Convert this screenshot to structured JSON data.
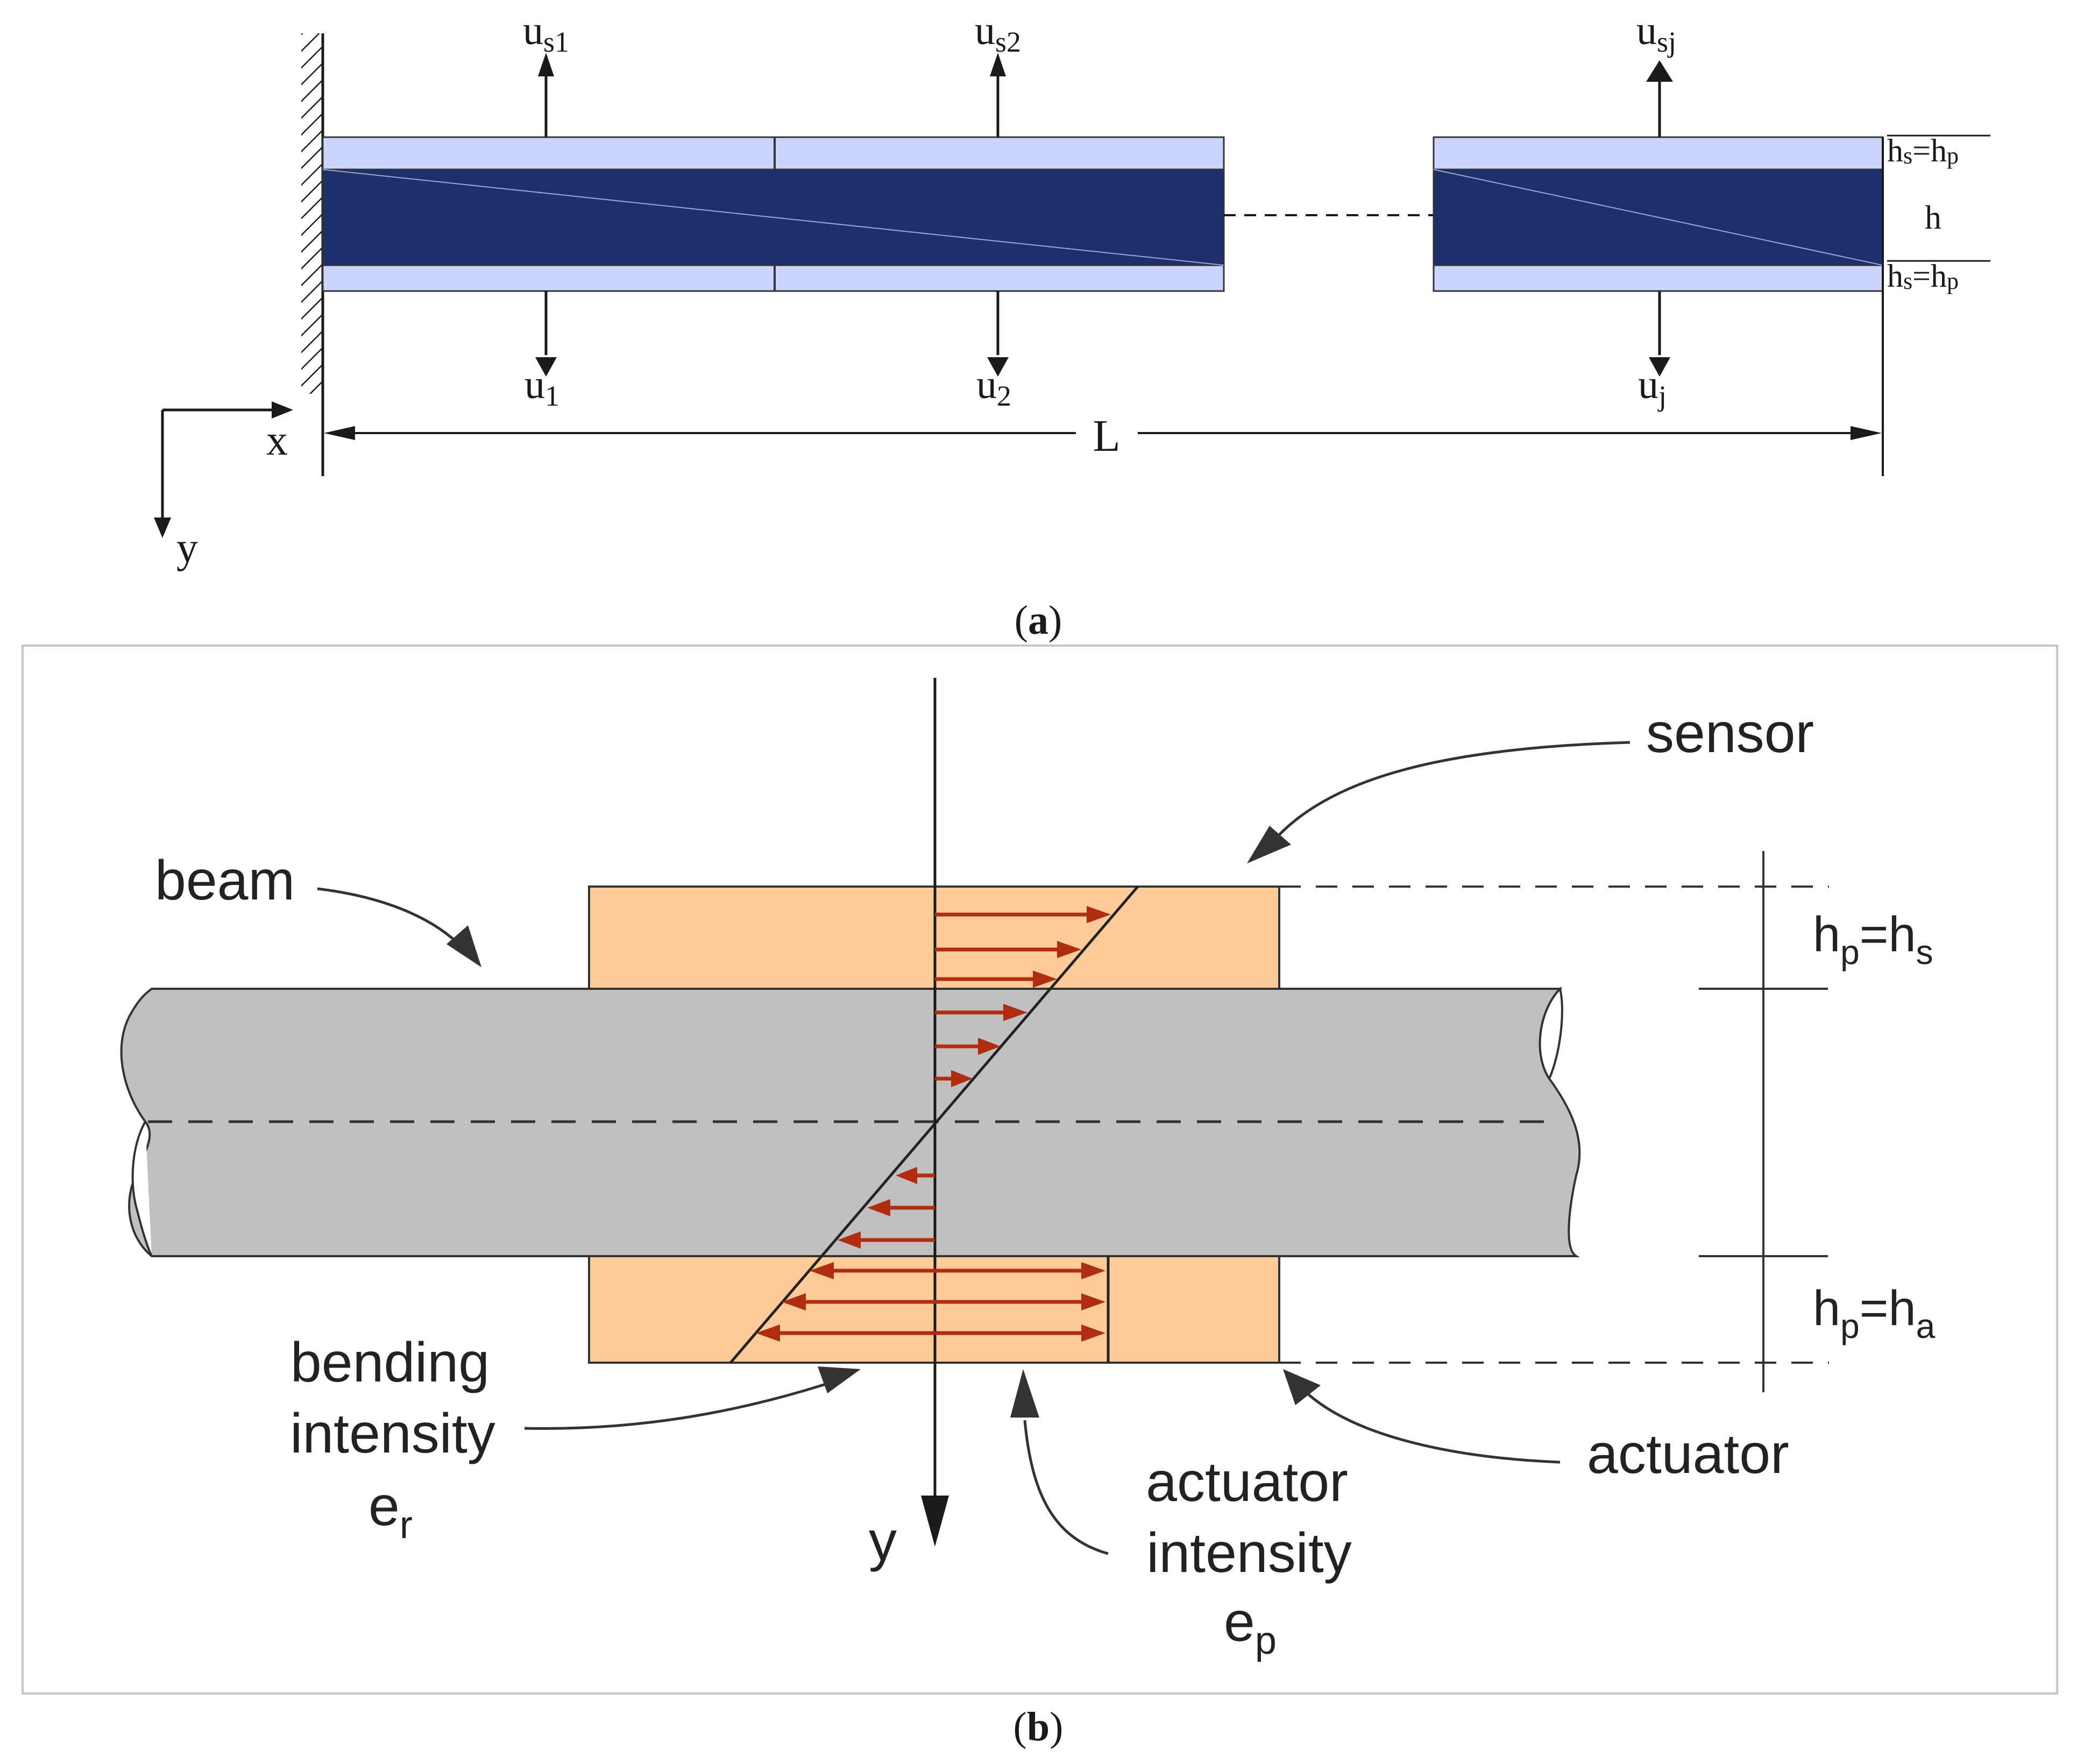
{
  "colors": {
    "sensor_layer": "#ccd5ff",
    "beam_core": "#1f2f6b",
    "piezo_patch": "#ffcb99",
    "beam_gray": "#c0c0c0",
    "arrow_red": "#b02e10",
    "line": "#1a1a1a",
    "frame": "#c8c8c8"
  },
  "panel_a": {
    "caption_label": "a",
    "sensor_outputs": [
      {
        "u": "u",
        "sub": "s1"
      },
      {
        "u": "u",
        "sub": "s2"
      },
      {
        "u": "u",
        "sub": "sj"
      }
    ],
    "actuator_inputs": [
      {
        "u": "u",
        "sub": "1"
      },
      {
        "u": "u",
        "sub": "2"
      },
      {
        "u": "u",
        "sub": "j"
      }
    ],
    "thickness_labels": {
      "top": {
        "h1": "h",
        "s1": "s",
        "eq": "=",
        "h2": "h",
        "s2": "p"
      },
      "core": "h",
      "bottom": {
        "h1": "h",
        "s1": "s",
        "eq": "=",
        "h2": "h",
        "s2": "p"
      }
    },
    "length_label": "L",
    "axis_x": "x",
    "axis_y": "y"
  },
  "panel_b": {
    "caption_label": "b",
    "labels": {
      "sensor": "sensor",
      "beam": "beam",
      "actuator": "actuator",
      "bending_line1": "bending",
      "bending_line2": "intensity",
      "bending_symbol": "e",
      "bending_sub": "r",
      "actuator_int_line1": "actuator",
      "actuator_int_line2": "intensity",
      "actuator_int_symbol": "e",
      "actuator_int_sub": "p",
      "axis_y": "y"
    },
    "dims": {
      "top": {
        "h1": "h",
        "s1": "p",
        "eq": "=",
        "h2": "h",
        "s2": "s"
      },
      "bottom": {
        "h1": "h",
        "s1": "p",
        "eq": "=",
        "h2": "h",
        "s2": "a"
      }
    }
  }
}
